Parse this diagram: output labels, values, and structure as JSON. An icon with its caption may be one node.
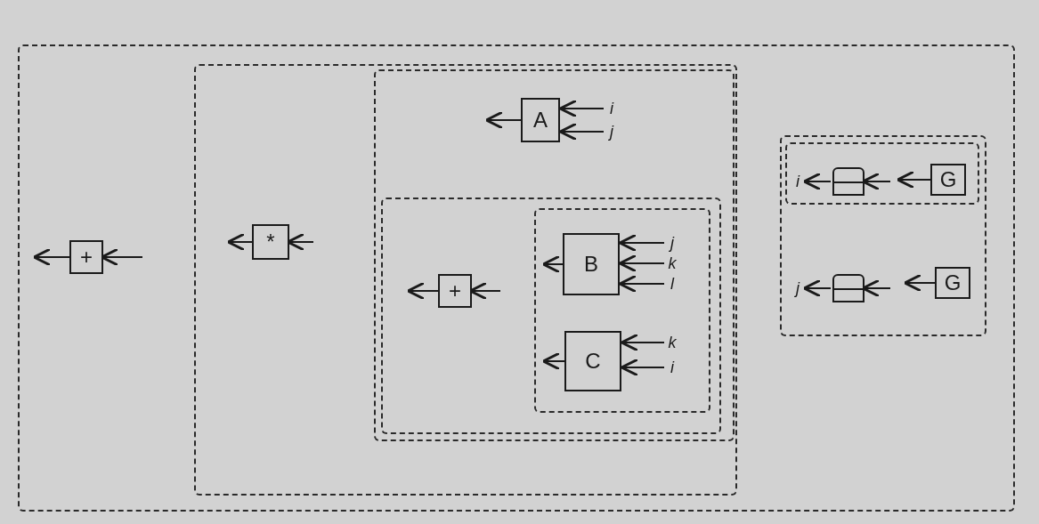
{
  "diagram": {
    "nodes": [
      {
        "text": [],
        "shape": "box"
      },
      {
        "text": [],
        "shape": "box",
        "in": 0
      },
      {
        "text": [],
        "shape": "box",
        "in": 1
      },
      {
        "text": [],
        "shape": "box",
        "in": 2
      },
      {
        "text": [],
        "shape": "box",
        "in": 3
      },
      {
        "text": [],
        "shape": "box",
        "in": 0
      },
      {
        "text": [],
        "shape": "box",
        "in": 5
      },
      {
        "text": [
          "+"
        ],
        "in": 0
      },
      {
        "text": [
          "*"
        ],
        "in": 1
      },
      {
        "text": [
          "A"
        ],
        "in": 2
      },
      {
        "text": [
          "i"
        ],
        "in": 2
      },
      {
        "text": [
          "j"
        ],
        "in": 2
      },
      {
        "text": [
          "+"
        ],
        "in": 3
      },
      {
        "text": [
          "B"
        ],
        "in": 4
      },
      {
        "text": [
          "j"
        ],
        "in": 4
      },
      {
        "text": [
          "k"
        ],
        "in": 4
      },
      {
        "text": [
          "l"
        ],
        "in": 4
      },
      {
        "text": [
          "C"
        ],
        "in": 4
      },
      {
        "text": [
          "k"
        ],
        "in": 4
      },
      {
        "text": [
          "i"
        ],
        "in": 4
      },
      {
        "text": [
          "i"
        ],
        "in": 6
      },
      {
        "text": [],
        "shape": "box",
        "in": 6
      },
      {
        "text": [
          "G"
        ],
        "in": 6
      },
      {
        "text": [
          "j"
        ],
        "in": 5
      },
      {
        "text": [],
        "shape": "box",
        "in": 5
      },
      {
        "text": [
          "G"
        ],
        "in": 5
      }
    ],
    "edges": [
      {
        "from": 7,
        "to": null,
        "arrow": "to"
      },
      {
        "from": null,
        "to": 7,
        "arrow": "to"
      },
      {
        "from": 8,
        "to": null,
        "arrow": "to"
      },
      {
        "from": null,
        "to": 8,
        "arrow": "to"
      },
      {
        "from": 9,
        "to": null,
        "arrow": "to"
      },
      {
        "from": 10,
        "to": 9,
        "arrow": "to"
      },
      {
        "from": 11,
        "to": 9,
        "arrow": "to"
      },
      {
        "from": 12,
        "to": null,
        "arrow": "to"
      },
      {
        "from": null,
        "to": 12,
        "arrow": "to"
      },
      {
        "from": 13,
        "to": null,
        "arrow": "to"
      },
      {
        "from": 14,
        "to": 13,
        "arrow": "to"
      },
      {
        "from": 15,
        "to": 13,
        "arrow": "to"
      },
      {
        "from": 16,
        "to": 13,
        "arrow": "to"
      },
      {
        "from": 17,
        "to": null,
        "arrow": "to"
      },
      {
        "from": 18,
        "to": 17,
        "arrow": "to"
      },
      {
        "from": 19,
        "to": 17,
        "arrow": "to"
      },
      {
        "from": 21,
        "to": 20,
        "arrow": "to"
      },
      {
        "from": null,
        "to": 21,
        "arrow": "to"
      },
      {
        "from": 22,
        "to": null,
        "arrow": "to"
      },
      {
        "from": 24,
        "to": 23,
        "arrow": "to"
      },
      {
        "from": null,
        "to": 24,
        "arrow": "to"
      },
      {
        "from": 25,
        "to": null,
        "arrow": "to"
      }
    ]
  }
}
